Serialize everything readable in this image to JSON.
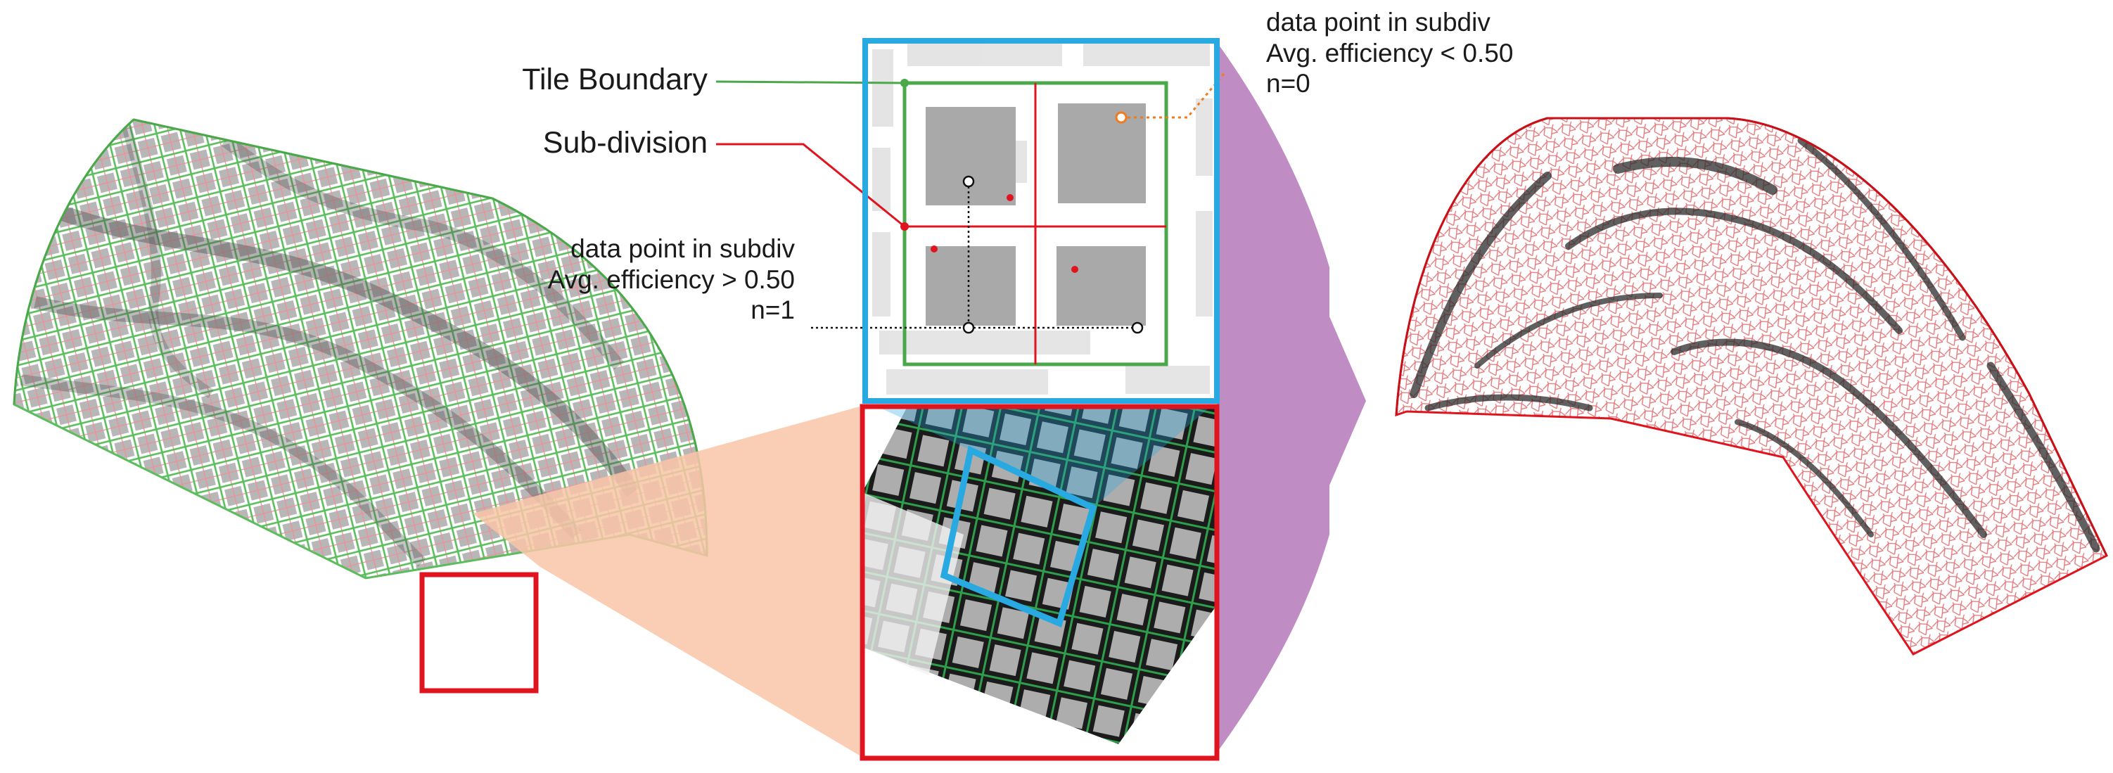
{
  "labels": {
    "tile_boundary": "Tile Boundary",
    "sub_division": "Sub-division",
    "low_point": {
      "line1": "data point in subdiv",
      "line2": "Avg. efficiency < 0.50",
      "line3": "n=0"
    },
    "high_point": {
      "line1": "data point in subdiv",
      "line2": "Avg. efficiency > 0.50",
      "line3": "n=1"
    }
  },
  "colors": {
    "tile_boundary": "#4aa84a",
    "sub_division": "#e0141e",
    "detail_frame": "#29a9e1",
    "zoom_frame": "#e0141e",
    "zoom_wedge": "#f9c6a8",
    "transform_arrow": "#c08cc4",
    "low_marker": "#f07a1c",
    "tile_fill": "#a9a9a9",
    "mesh_line": "#e8787a"
  },
  "icons": {
    "vault": "vault-surface-icon",
    "arrow": "transform-arrow-icon"
  }
}
